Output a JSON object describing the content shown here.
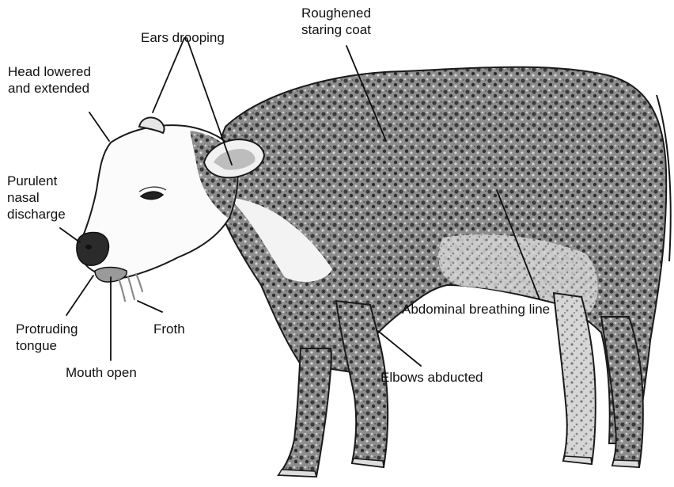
{
  "labels": {
    "ears_drooping": "Ears drooping",
    "roughened_coat": "Roughened\nstaring coat",
    "head_lowered": "Head lowered\nand extended",
    "nasal_discharge": "Purulent\nnasal\ndischarge",
    "protruding_tongue": "Protruding\ntongue",
    "mouth_open": "Mouth open",
    "froth": "Froth",
    "abdominal_line": "Abdominal breathing line",
    "elbows_abducted": "Elbows abducted"
  }
}
